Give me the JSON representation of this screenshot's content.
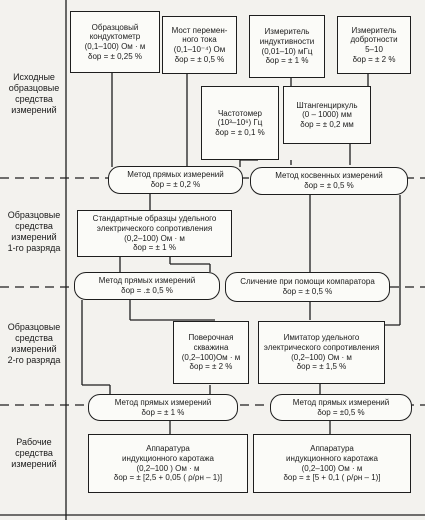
{
  "levels": [
    {
      "id": "lvl-initial",
      "text": "Исходные\nобразцовые\nсредства\nизмерений"
    },
    {
      "id": "lvl-first",
      "text": "Образцовые\nсредства\nизмерений\n1-го разряда"
    },
    {
      "id": "lvl-second",
      "text": "Образцовые\nсредства\nизмерений\n2-го разряда"
    },
    {
      "id": "lvl-working",
      "text": "Рабочие\nсредства\nизмерений"
    }
  ],
  "boxes": {
    "conductometer": "Образцовый\nкондуктометр\n(0,1–100) Ом · м\nδор = ± 0,25 %",
    "ac_bridge": "Мост перемен-\nного тока\n(0,1–10⁻⁴) Ом\nδор = ± 0,5 %",
    "inductance_meter": "Измеритель\nиндуктивности\n(0,01–10) мГц\nδор = ± 1 %",
    "q_meter": "Измеритель\nдобротности\n5–10\nδор = ± 2 %",
    "frequency_meter": "Частотомер\n(10³–10⁶) Гц\nδор = ± 0,1 %",
    "caliper": "Штангенциркуль\n(0 – 1000)  мм\nδор = ± 0,2 мм",
    "std_samples": "Стандартные образцы удельного\nэлектрического сопротивления\n(0,2–100) Ом · м\nδор = ± 1 %",
    "well": "Поверочная\nскважина\n(0,2–100)Ом · м\nδор = ± 2 %",
    "simulator": "Имитатор удельного\nэлектрического сопротивления\n(0,2–100) Ом · м\nδор = ± 1,5 %",
    "equipment_1": "Аппаратура\nиндукционного каротажа\n(0,2–100  ) Ом · м\nδор = ± [2,5 + 0,05 ( ρ/ρн – 1)]",
    "equipment_2": "Аппаратура\nиндукционного каротажа\n(0,2–100) Ом · м\nδор = ± [5 + 0,1 ( ρ/ρн – 1)]"
  },
  "methods": {
    "direct_1": "Метод прямых измерений\nδор = ± 0,2 %",
    "indirect_1": "Метод косвенных измерений\nδор = ± 0,5 %",
    "direct_2": "Метод прямых измерений\nδор = .± 0,5 %",
    "comparison": "Сличение при помощи компаратора\nδор = ± 0,5 %",
    "direct_3": "Метод прямых измерений\nδор = ± 1 %",
    "direct_4": "Метод прямых измерений\nδор = ±0,5 %"
  }
}
